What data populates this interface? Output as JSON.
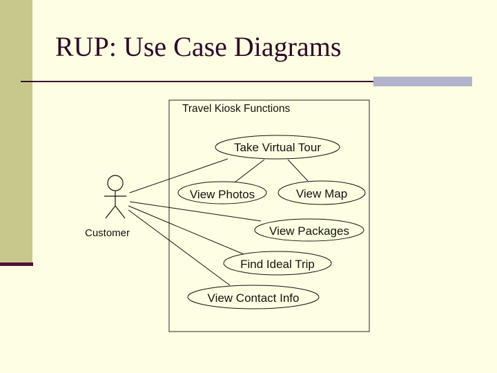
{
  "slide": {
    "title": "RUP: Use Case Diagrams"
  },
  "diagram": {
    "system_boundary": "Travel Kiosk Functions",
    "actor": "Customer",
    "use_cases": {
      "take_virtual_tour": "Take Virtual Tour",
      "view_photos": "View Photos",
      "view_map": "View Map",
      "view_packages": "View Packages",
      "find_ideal_trip": "Find Ideal Trip",
      "view_contact_info": "View Contact Info"
    }
  }
}
